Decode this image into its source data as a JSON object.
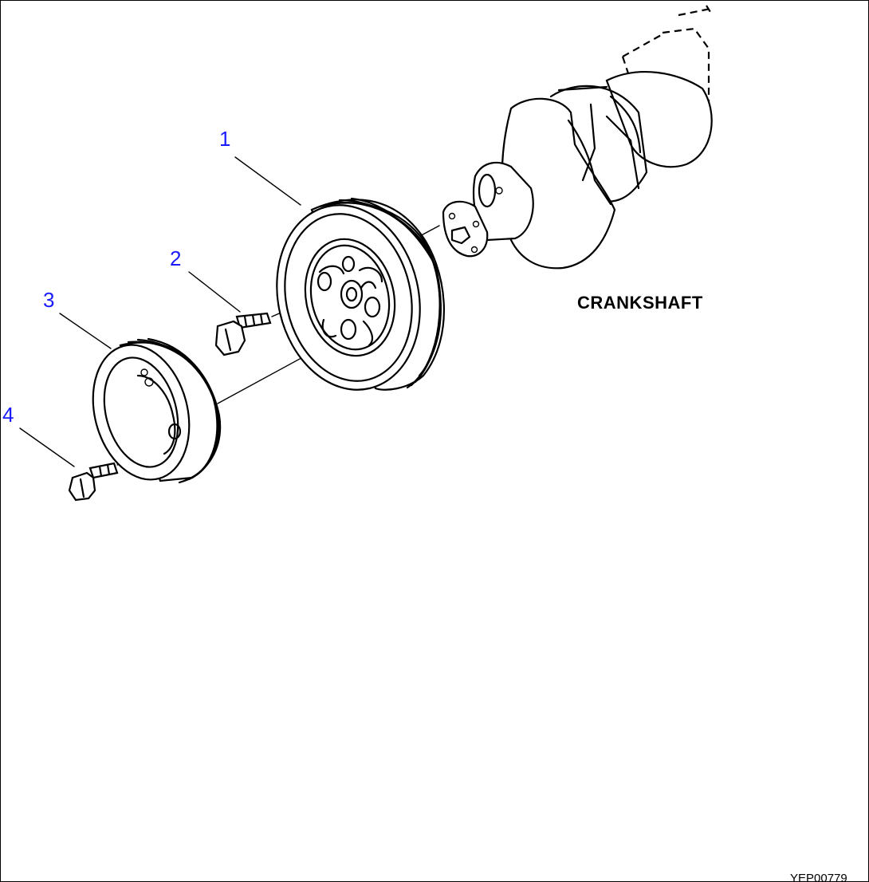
{
  "callouts": [
    {
      "number": "1",
      "part": "crankshaft-pulley"
    },
    {
      "number": "2",
      "part": "pulley-bolt"
    },
    {
      "number": "3",
      "part": "drive-pulley"
    },
    {
      "number": "4",
      "part": "drive-pulley-bolt"
    }
  ],
  "labels": {
    "crankshaft": "CRANKSHAFT",
    "figure_code": "YEP00779"
  },
  "colors": {
    "callout_number": "#1a1aff",
    "line": "#000000",
    "background": "#ffffff"
  }
}
